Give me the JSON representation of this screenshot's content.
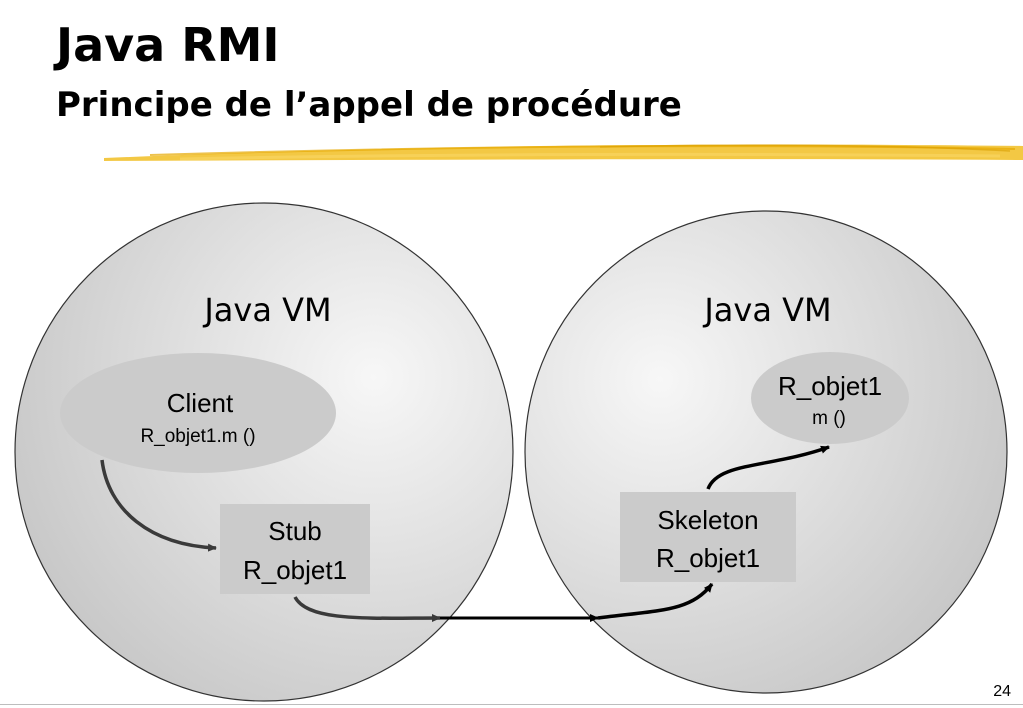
{
  "slide": {
    "title": "Java RMI",
    "subtitle": "Principe de l’appel de procédure",
    "page_number": "24",
    "accent_color": "#f2c230"
  },
  "left_vm": {
    "label": "Java VM",
    "client": {
      "name": "Client",
      "call": "R_objet1.m ()"
    },
    "stub": {
      "line1": "Stub",
      "line2": "R_objet1"
    }
  },
  "right_vm": {
    "label": "Java VM",
    "object": {
      "name": "R_objet1",
      "method": "m ()"
    },
    "skeleton": {
      "line1": "Skeleton",
      "line2": "R_objet1"
    }
  }
}
